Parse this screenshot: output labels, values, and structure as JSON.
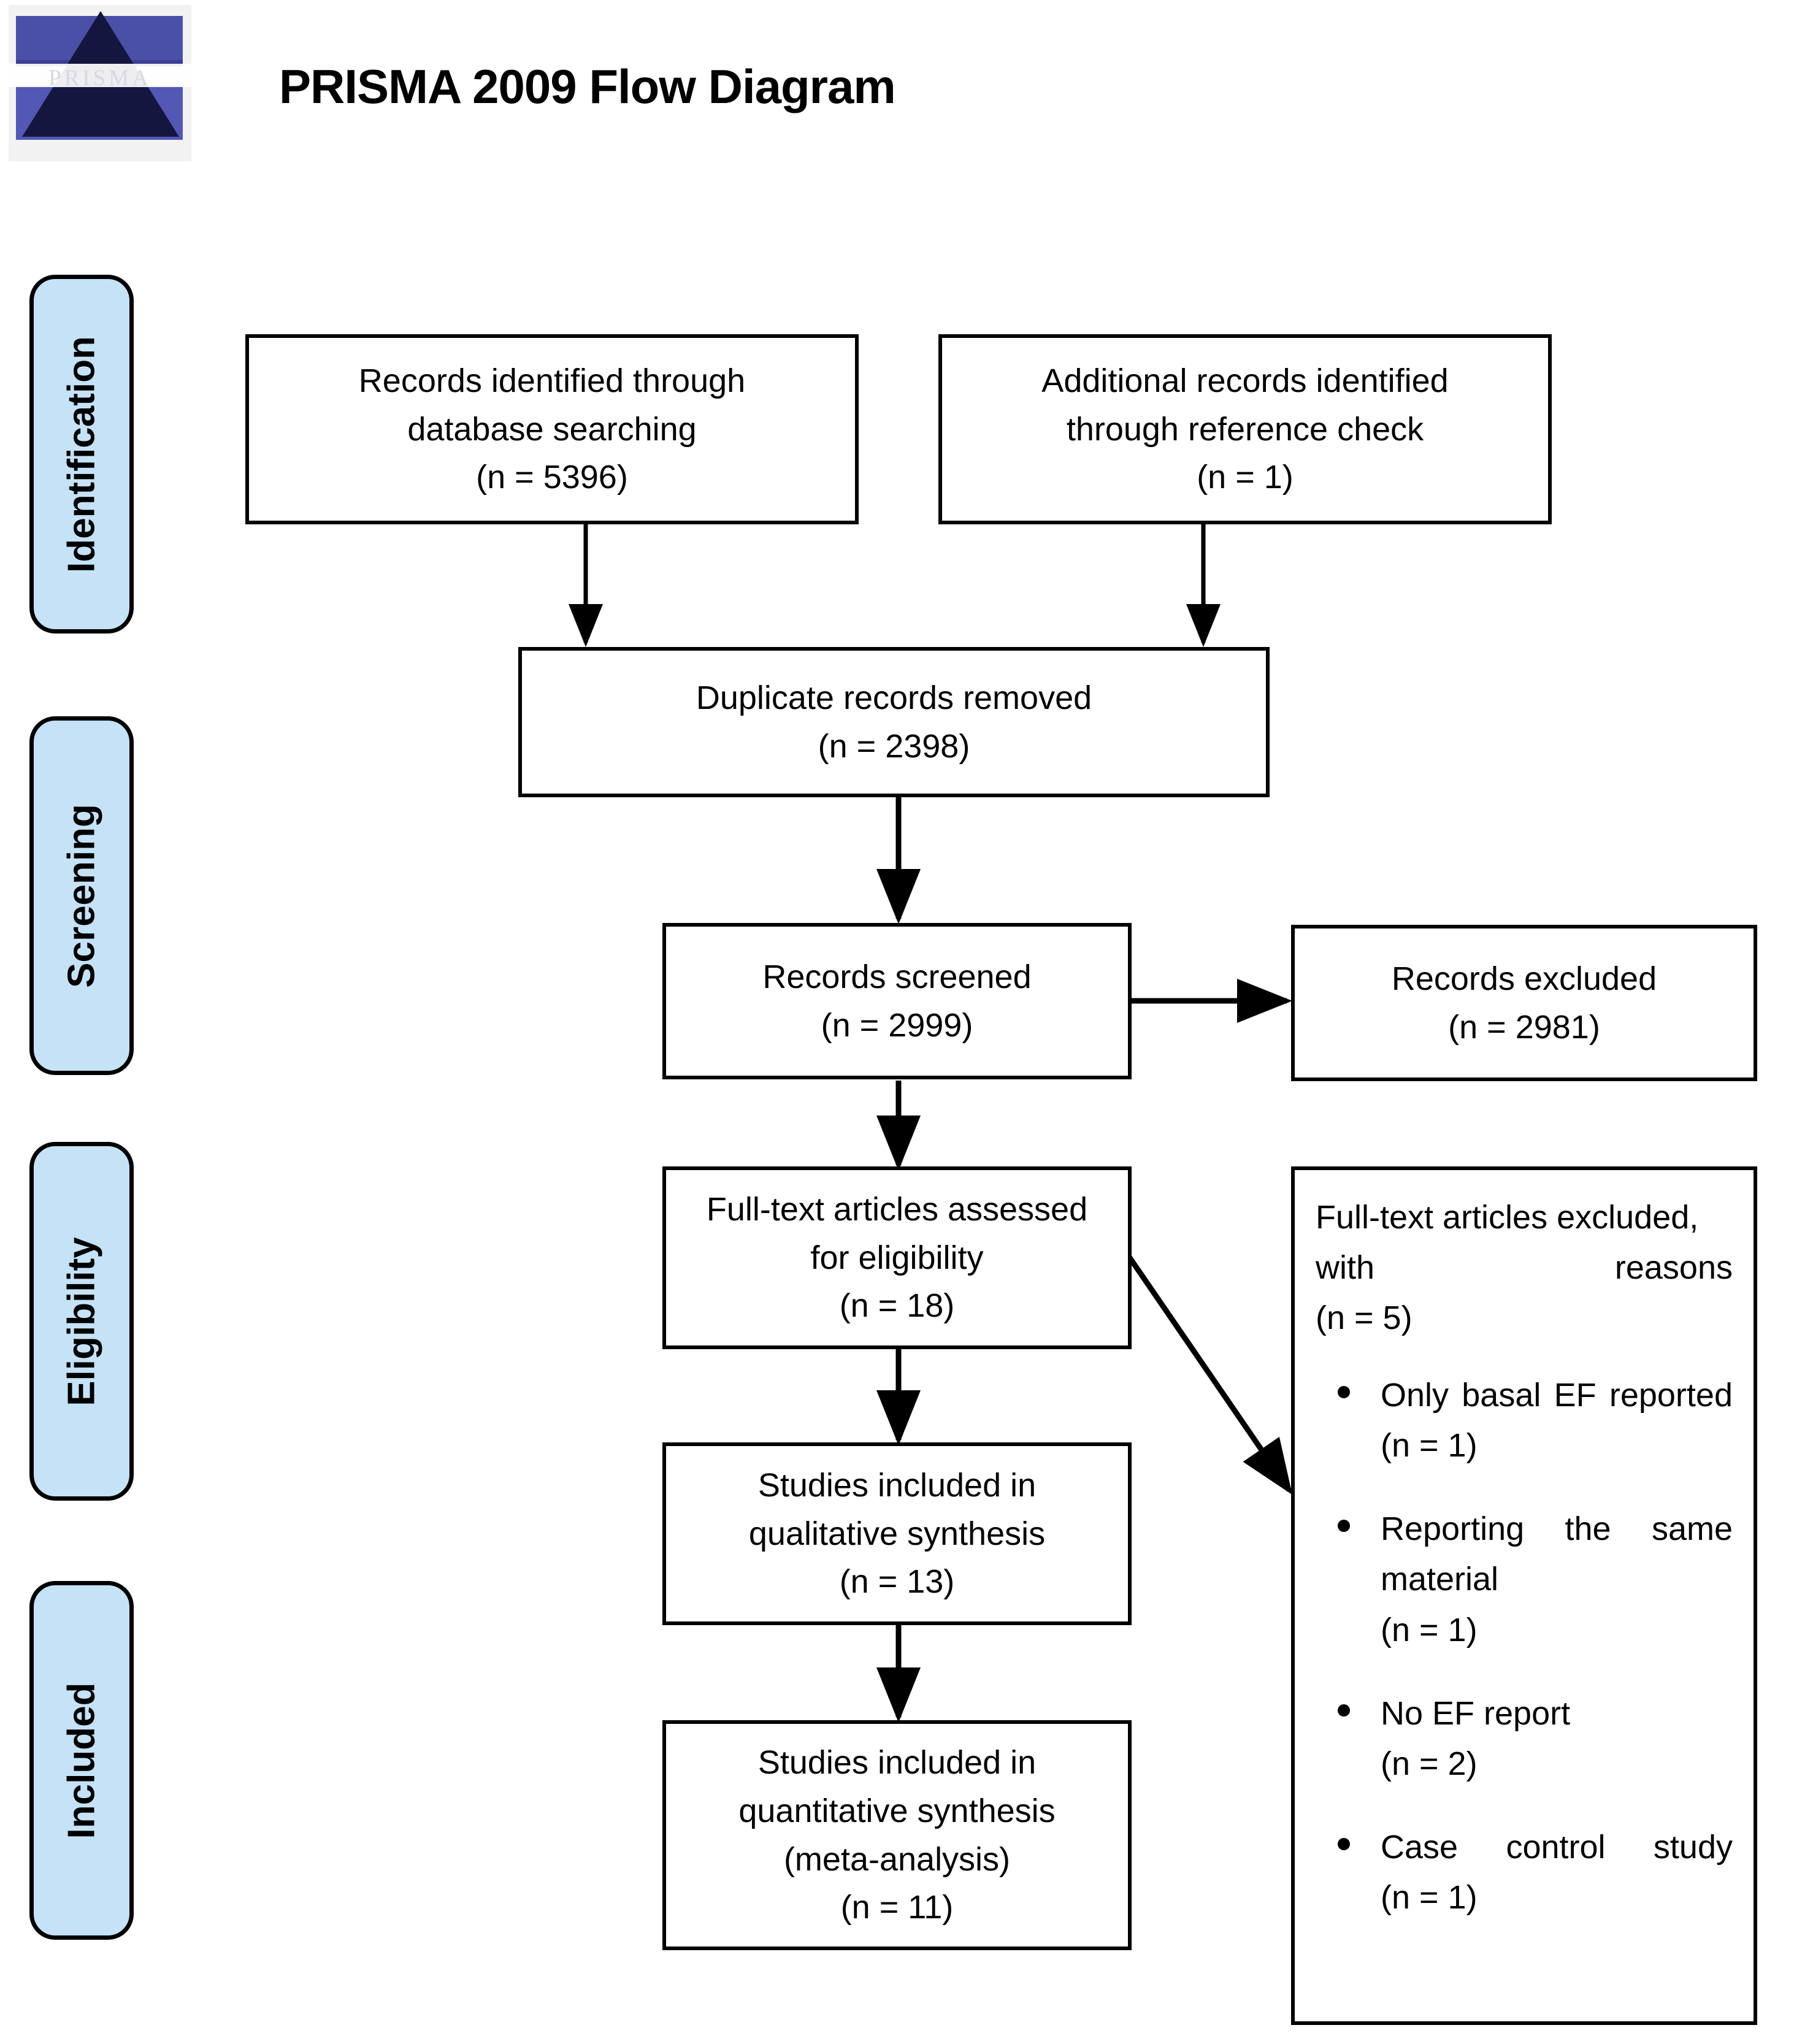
{
  "header": {
    "title": "PRISMA 2009 Flow Diagram",
    "logo_word": "PRISMA"
  },
  "stages": [
    {
      "label": "Identification"
    },
    {
      "label": "Screening"
    },
    {
      "label": "Eligibility"
    },
    {
      "label": "Included"
    }
  ],
  "boxes": {
    "db_search": {
      "line1": "Records identified through",
      "line2": "database searching",
      "line3": "(n = 5396)"
    },
    "ref_check": {
      "line1": "Additional records identified",
      "line2": "through reference check",
      "line3": "(n = 1)"
    },
    "duplicates": {
      "line1": "Duplicate records removed",
      "line2": "(n = 2398)"
    },
    "screened": {
      "line1": "Records screened",
      "line2": "(n = 2999)"
    },
    "records_excluded": {
      "line1": "Records excluded",
      "line2": "(n = 2981)"
    },
    "fulltext_assessed": {
      "line1": "Full-text articles assessed",
      "line2": "for eligibility",
      "line3": "(n = 18)"
    },
    "qualitative": {
      "line1": "Studies included in",
      "line2": "qualitative synthesis",
      "line3": "(n = 13)"
    },
    "quantitative": {
      "line1": "Studies included in",
      "line2": "quantitative synthesis",
      "line3": "(meta-analysis)",
      "line4": "(n = 11)"
    },
    "fulltext_excluded": {
      "line1": "Full-text articles excluded,",
      "line2": "with reasons",
      "line3": "(n = 5)",
      "reasons": [
        {
          "text": "Only basal EF reported",
          "n": "(n = 1)"
        },
        {
          "text": "Reporting the same material",
          "n": "(n = 1)"
        },
        {
          "text": "No EF report",
          "n": "(n = 2)"
        },
        {
          "text": "Case control study",
          "n": "(n = 1)"
        }
      ]
    }
  },
  "colors": {
    "stage_fill": "#c5e2f7",
    "stroke": "#000000",
    "box_fill": "#ffffff",
    "logo_blue": "#4a50a8"
  }
}
